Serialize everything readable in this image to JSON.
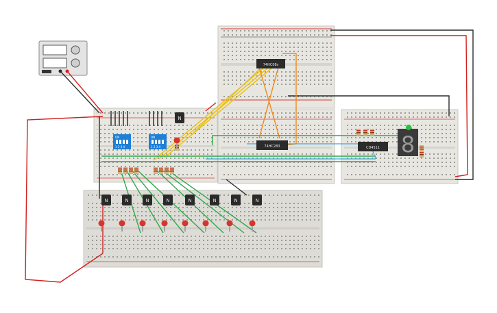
{
  "chips": {
    "top": "74HC08s",
    "middle": "74HC283",
    "right": "CD4511"
  },
  "dip_switches": [
    {
      "header": "ON",
      "numbers": "1 2 3 4"
    },
    {
      "header": "ON",
      "numbers": "1 2 3 4"
    }
  ],
  "transistor_label": "N",
  "seven_segment": {
    "digit": "8"
  },
  "colors": {
    "breadboard": "#e7e6e1",
    "breadboard_lower": "#dedcd6",
    "rail_red": "#d43b3b",
    "rail_black": "#2c2c2c",
    "wire_red": "#d21f1f",
    "wire_yellow": "#e8c21a",
    "wire_green": "#2fa84a",
    "wire_orange": "#f08a1c",
    "wire_blue": "#39a9d9",
    "dip_blue": "#1f7fd6",
    "chip": "#2b2b2b",
    "led_red": "#d8342c",
    "led_green": "#27c23a",
    "seg_display": "#3b3b3b"
  }
}
